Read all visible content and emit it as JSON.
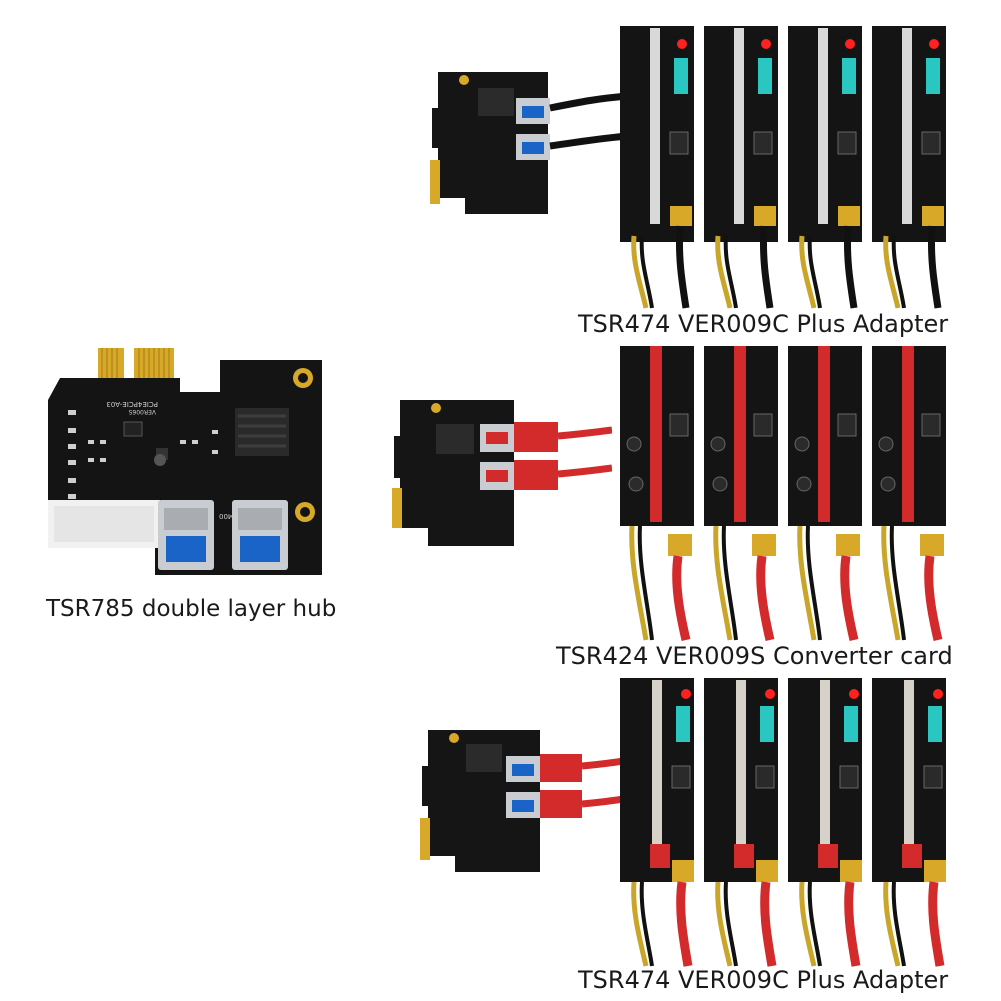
{
  "captions": {
    "hub": "TSR785 double layer hub",
    "top_kit": "TSR474 VER009C Plus Adapter",
    "mid_kit": "TSR424 VER009S Converter card",
    "bottom_kit": "TSR474 VER009C Plus Adapter"
  },
  "hub_board": {
    "model_text": "PCIE4PCIE-A03",
    "version_text": "VER006S",
    "port_marking": "M00"
  },
  "colors": {
    "pcb_black": "#141414",
    "gold": "#d8a928",
    "usb_silver": "#c9ccd0",
    "usb_blue": "#1a64c8",
    "cable_red": "#d32b2b",
    "cable_black": "#111111",
    "wire_yellow": "#c9a62a",
    "led_cyan": "#2ee6e0",
    "led_red": "#ff2020"
  }
}
